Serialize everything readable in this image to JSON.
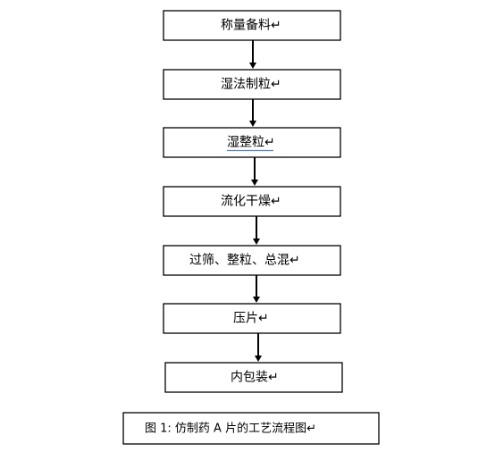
{
  "diagram": {
    "steps": [
      {
        "id": "weigh",
        "label": "称量备料↵"
      },
      {
        "id": "wet-granulation",
        "label": "湿法制粒↵"
      },
      {
        "id": "wet-sizing",
        "label": "湿整粒↵"
      },
      {
        "id": "fluid-drying",
        "label": "流化干燥↵"
      },
      {
        "id": "sieve-size-mix",
        "label": "过筛、整粒、总混↵"
      },
      {
        "id": "tableting",
        "label": "压片↵"
      },
      {
        "id": "inner-packaging",
        "label": "内包装↵"
      }
    ],
    "edges": [
      {
        "from": "weigh",
        "to": "wet-granulation"
      },
      {
        "from": "wet-granulation",
        "to": "wet-sizing"
      },
      {
        "from": "wet-sizing",
        "to": "fluid-drying"
      },
      {
        "from": "fluid-drying",
        "to": "sieve-size-mix"
      },
      {
        "from": "sieve-size-mix",
        "to": "tableting"
      },
      {
        "from": "tableting",
        "to": "inner-packaging"
      }
    ],
    "caption": "图 1:  仿制药 A 片的工艺流程图↵"
  }
}
